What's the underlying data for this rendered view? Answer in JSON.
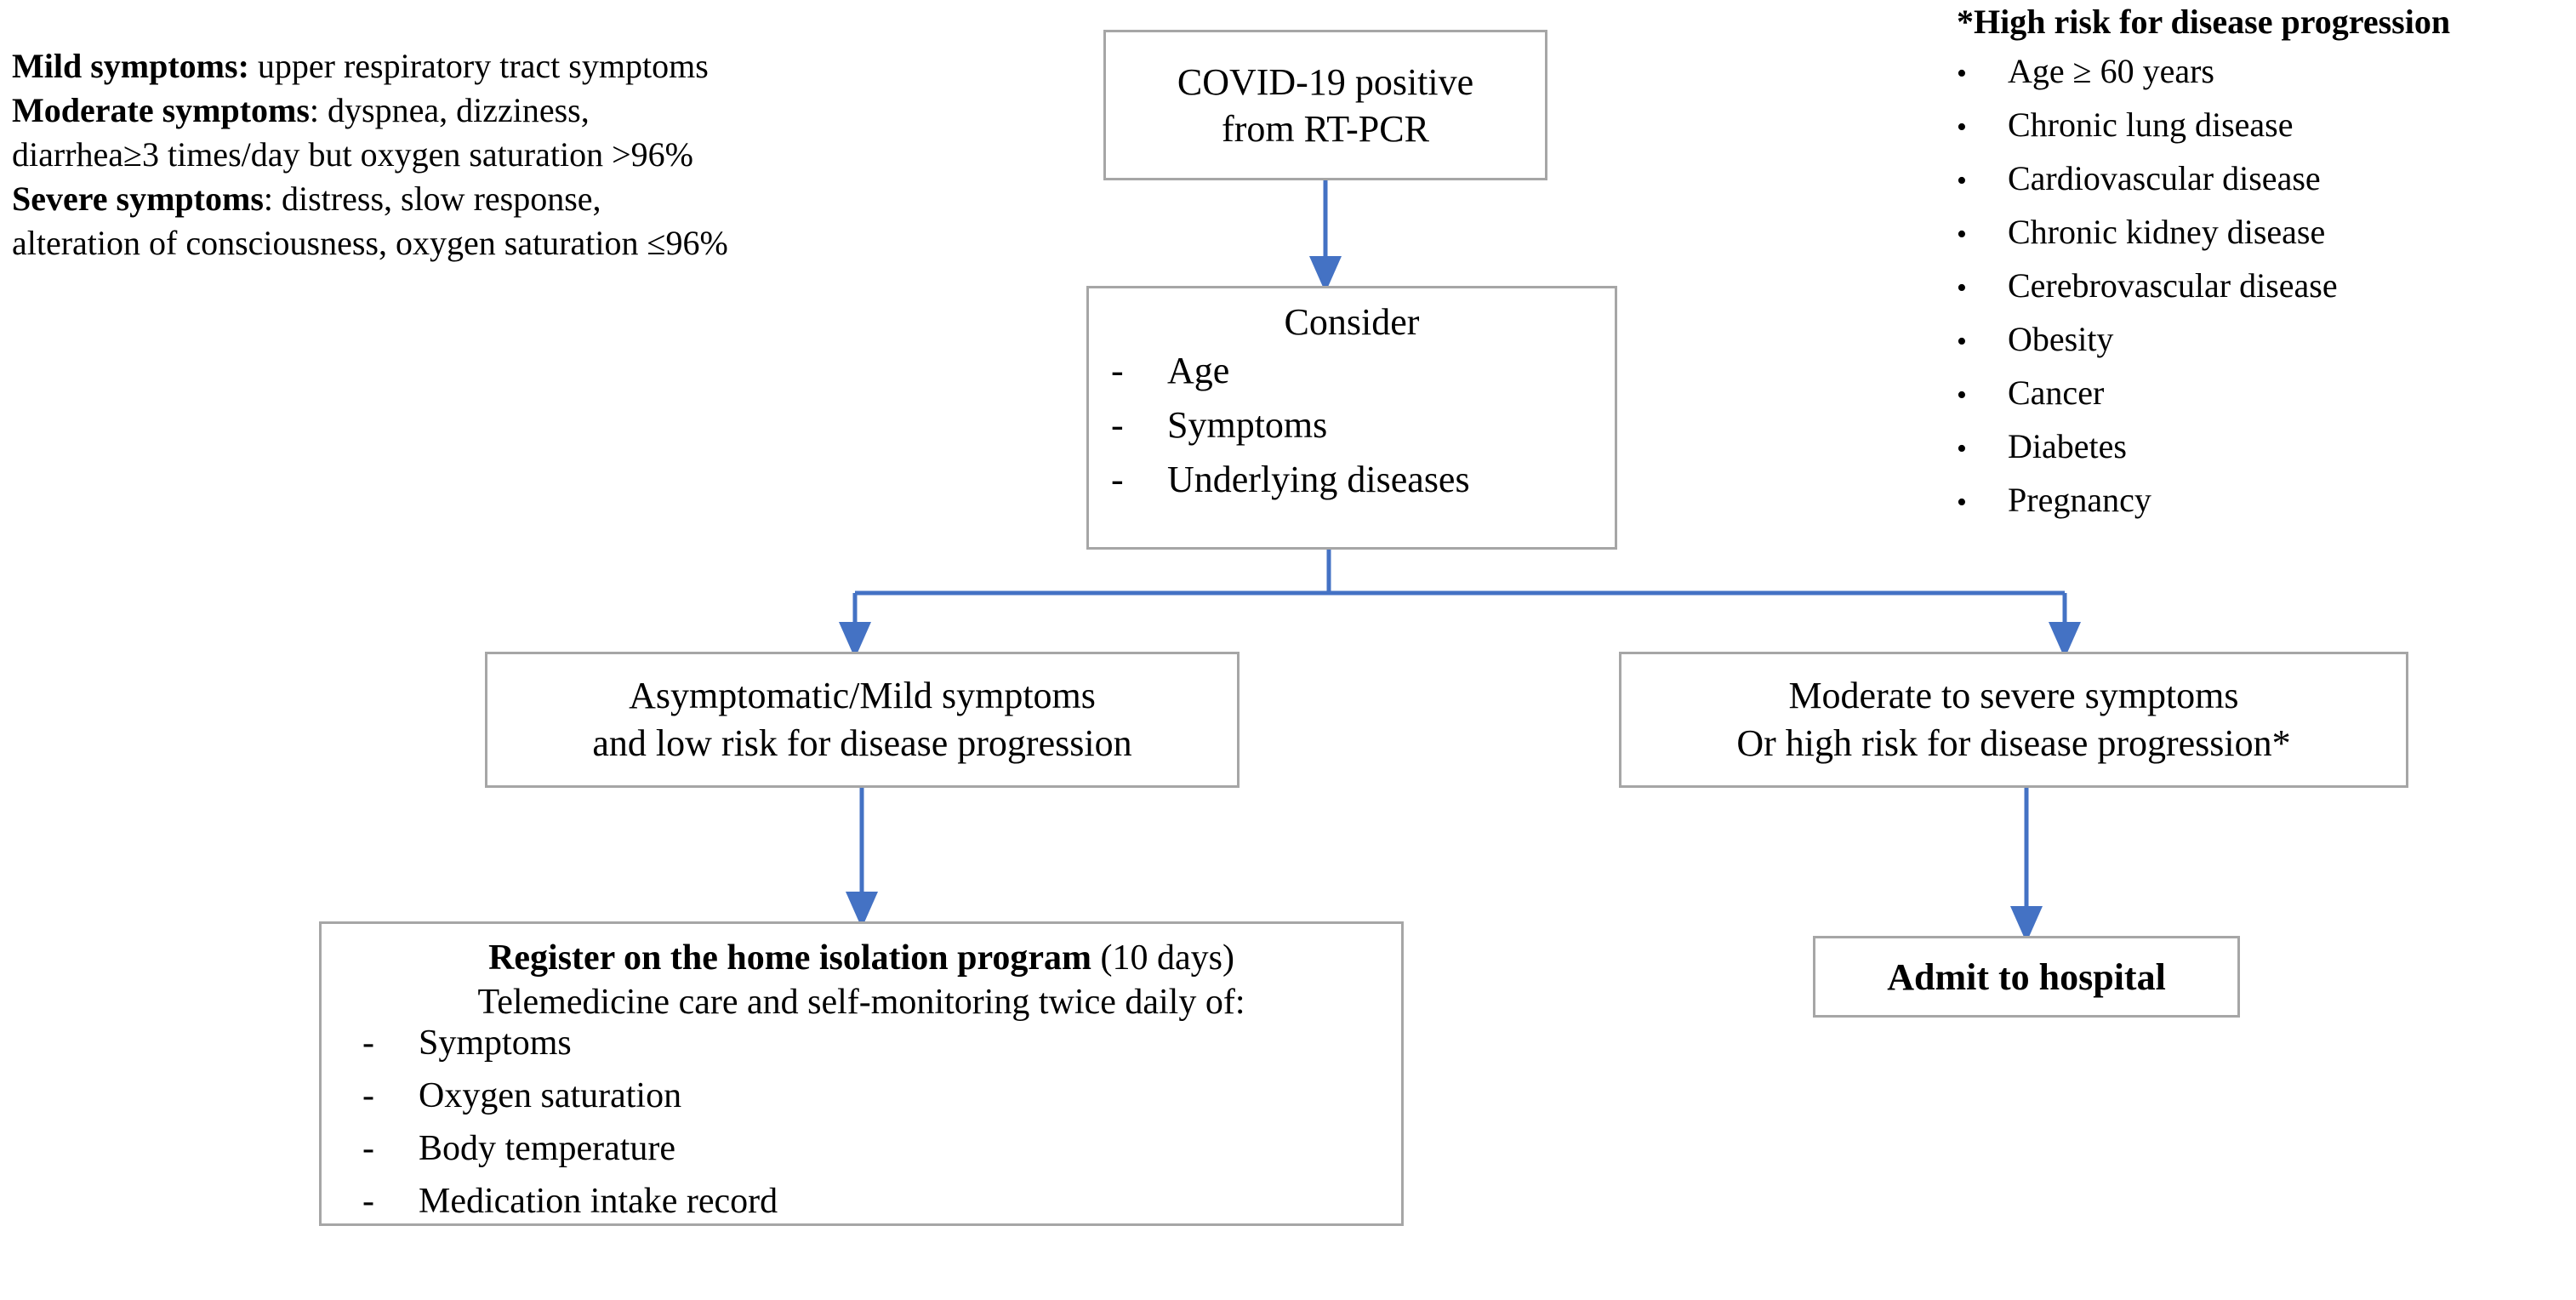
{
  "colors": {
    "arrow": "#4472C4",
    "box_border": "#a6a6a6",
    "text": "#000000",
    "background": "#ffffff"
  },
  "legend": {
    "lines": [
      {
        "lead": "Mild symptoms:",
        "rest": " upper respiratory tract symptoms"
      },
      {
        "lead": "Moderate symptoms",
        "rest": ": dyspnea, dizziness,"
      },
      {
        "lead": "",
        "rest": "diarrhea≥3 times/day but oxygen saturation >96%"
      },
      {
        "lead": "Severe symptoms",
        "rest": ": distress, slow response,"
      },
      {
        "lead": "",
        "rest": "alteration of consciousness, oxygen saturation ≤96%"
      }
    ]
  },
  "risk_panel": {
    "title": "*High risk for disease progression",
    "bullet_glyph": "•",
    "items": [
      "Age ≥ 60 years",
      "Chronic lung disease",
      "Cardiovascular disease",
      "Chronic kidney disease",
      "Cerebrovascular disease",
      "Obesity",
      "Cancer",
      "Diabetes",
      "Pregnancy"
    ]
  },
  "flow": {
    "covid_box": {
      "line1": "COVID-19 positive",
      "line2": "from RT-PCR"
    },
    "consider_box": {
      "title": "Consider",
      "dash_glyph": "-",
      "items": [
        "Age",
        "Symptoms",
        "Underlying  diseases"
      ]
    },
    "left_branch": {
      "line1": "Asymptomatic/Mild symptoms",
      "line2": "and low risk for disease progression"
    },
    "right_branch": {
      "line1": "Moderate to severe symptoms",
      "line2": "Or high risk for disease progression*"
    },
    "home_isolation": {
      "title_bold": "Register on the home isolation program",
      "title_rest": " (10 days)",
      "subtitle": "Telemedicine care and self-monitoring twice daily of:",
      "dash_glyph": "-",
      "items": [
        "Symptoms",
        "Oxygen saturation",
        "Body temperature",
        "Medication intake record"
      ]
    },
    "admit_box": {
      "label": "Admit to hospital"
    }
  }
}
